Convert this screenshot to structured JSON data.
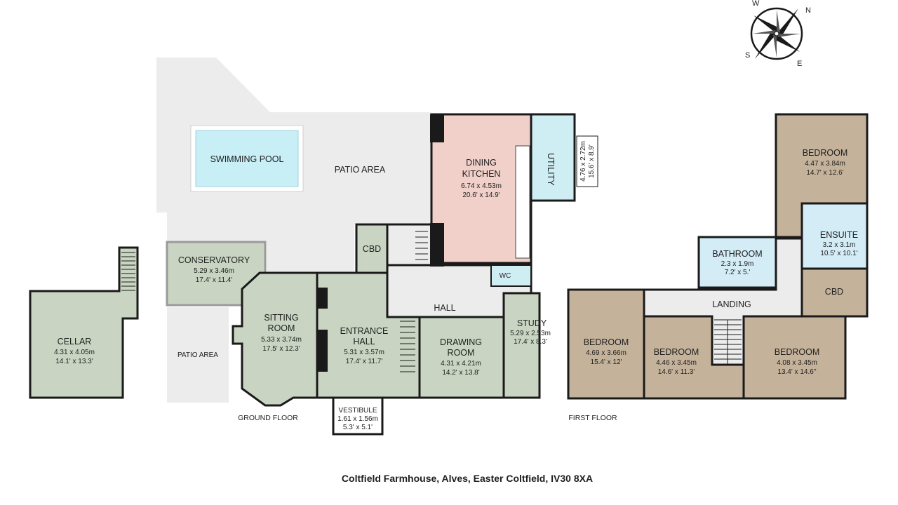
{
  "address": "Coltfield Farmhouse, Alves, Easter Coltfield, IV30 8XA",
  "floors": {
    "ground": "GROUND FLOOR",
    "first": "FIRST FLOOR"
  },
  "compass": {
    "n": "N",
    "e": "E",
    "s": "S",
    "w": "W"
  },
  "colors": {
    "ground_rooms": "#c9d5c2",
    "kitchen": "#f0d0c8",
    "utility": "#cfeef4",
    "pool": "#c8eef6",
    "patio": "#ececec",
    "first_rooms": "#c5b29a",
    "landing": "#ececec",
    "bathroom": "#d3ecf6",
    "walls": "#1a1a1a"
  },
  "rooms": {
    "swimming_pool": {
      "label": "SWIMMING POOL"
    },
    "patio_main": {
      "label": "PATIO AREA"
    },
    "patio_side": {
      "label": "PATIO AREA"
    },
    "dining_kitchen": {
      "label1": "DINING",
      "label2": "KITCHEN",
      "metric": "6.74 x 4.53m",
      "imperial": "20.6' x 14.9'"
    },
    "utility": {
      "label": "UTILITY",
      "metric": "4.76 x 2.72m",
      "imperial": "15.6' x 8.9'"
    },
    "cbd_ground": {
      "label": "CBD"
    },
    "conservatory": {
      "label": "CONSERVATORY",
      "metric": "5.29 x 3.46m",
      "imperial": "17.4' x 11.4'"
    },
    "cellar": {
      "label": "CELLAR",
      "metric": "4.31 x 4.05m",
      "imperial": "14.1' x 13.3'"
    },
    "sitting_room": {
      "label1": "SITTING",
      "label2": "ROOM",
      "metric": "5.33 x 3.74m",
      "imperial": "17.5' x 12.3'"
    },
    "entrance_hall": {
      "label1": "ENTRANCE",
      "label2": "HALL",
      "metric": "5.31 x 3.57m",
      "imperial": "17.4' x 11.7'"
    },
    "hall": {
      "label": "HALL"
    },
    "wc": {
      "label": "WC"
    },
    "drawing_room": {
      "label1": "DRAWING",
      "label2": "ROOM",
      "metric": "4.31 x 4.21m",
      "imperial": "14.2' x 13.8'"
    },
    "study": {
      "label": "STUDY",
      "metric": "5.29 x 2.53m",
      "imperial": "17.4' x 8.3'"
    },
    "vestibule": {
      "label": "VESTIBULE",
      "metric": "1.61 x 1.56m",
      "imperial": "5.3' x 5.1'"
    },
    "bedroom_top": {
      "label": "BEDROOM",
      "metric": "4.47 x 3.84m",
      "imperial": "14.7' x 12.6'"
    },
    "ensuite": {
      "label": "ENSUITE",
      "metric": "3.2 x 3.1m",
      "imperial": "10.5' x 10.1'"
    },
    "bathroom": {
      "label": "BATHROOM",
      "metric": "2.3 x 1.9m",
      "imperial": "7.2' x 5.'"
    },
    "cbd_first": {
      "label": "CBD"
    },
    "landing": {
      "label": "LANDING"
    },
    "bedroom_left": {
      "label": "BEDROOM",
      "metric": "4.69 x 3.66m",
      "imperial": "15.4' x 12'"
    },
    "bedroom_mid": {
      "label": "BEDROOM",
      "metric": "4.46 x 3.45m",
      "imperial": "14.6' x 11.3'"
    },
    "bedroom_right": {
      "label": "BEDROOM",
      "metric": "4.08 x 3.45m",
      "imperial": "13.4' x 14.6''"
    }
  }
}
